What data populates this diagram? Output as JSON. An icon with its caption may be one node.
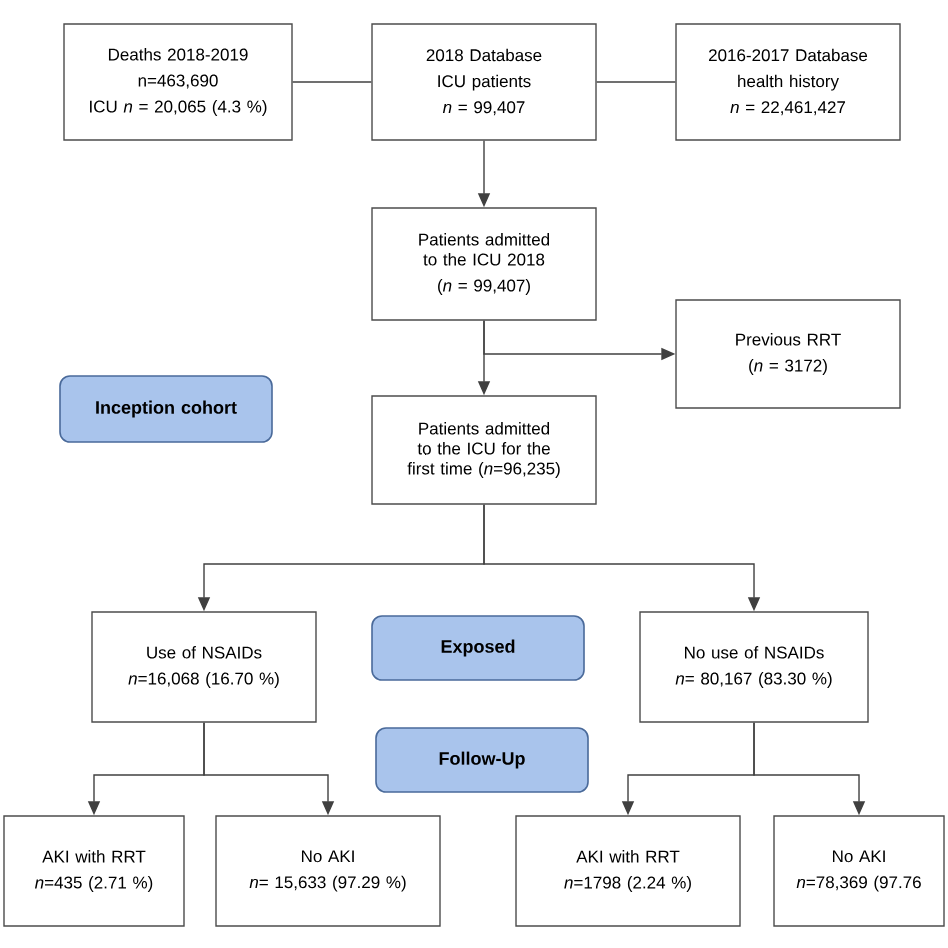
{
  "diagram": {
    "nodes": [
      {
        "text": [
          "Deaths 2018-2019",
          "n=463,690",
          "ICU *n* = 20,065 (4.3 %)"
        ]
      },
      {
        "text": [
          "2018 Database",
          "ICU patients",
          "*n* = 99,407"
        ]
      },
      {
        "text": [
          "2016-2017 Database",
          "health history",
          "*n* = 22,461,427"
        ]
      },
      {
        "text": [
          "Patients admitted to the ICU 2018",
          "(*n* = 99,407)"
        ]
      },
      {
        "text": [
          "Previous RRT",
          "(*n* = 3172)"
        ]
      },
      {
        "text": [
          "Inception cohort"
        ]
      },
      {
        "text": [
          "Patients admitted to the ICU for the first time (*n*=96,235)"
        ]
      },
      {
        "text": [
          "Use of NSAIDs",
          "*n*=16,068 (16.70 %)"
        ]
      },
      {
        "text": [
          "Exposed"
        ]
      },
      {
        "text": [
          "No use of NSAIDs",
          "*n*= 80,167 (83.30 %)"
        ]
      },
      {
        "text": [
          "Follow-Up"
        ]
      },
      {
        "text": [
          "AKI with RRT",
          "*n*=435 (2.71 %)"
        ]
      },
      {
        "text": [
          "No AKI",
          "*n*= 15,633 (97.29 %)"
        ]
      },
      {
        "text": [
          "AKI with RRT",
          "*n*=1798 (2.24 %)"
        ]
      },
      {
        "text": [
          "No AKI",
          "*n*=78,369 (97.76"
        ]
      }
    ],
    "edges": [
      {
        "from": 0,
        "to": 1,
        "arrow": "none"
      },
      {
        "from": 1,
        "to": 2,
        "arrow": "none"
      },
      {
        "from": 1,
        "to": 3,
        "arrow": "to"
      },
      {
        "from": 3,
        "to": 6,
        "arrow": "to"
      },
      {
        "from": 3,
        "to": 4,
        "arrow": "to"
      },
      {
        "from": 6,
        "to": 7,
        "arrow": "to"
      },
      {
        "from": 6,
        "to": 9,
        "arrow": "to"
      },
      {
        "from": 7,
        "to": 11,
        "arrow": "to"
      },
      {
        "from": 7,
        "to": 12,
        "arrow": "to"
      },
      {
        "from": 9,
        "to": 13,
        "arrow": "to"
      },
      {
        "from": 9,
        "to": 14,
        "arrow": "to"
      }
    ]
  }
}
